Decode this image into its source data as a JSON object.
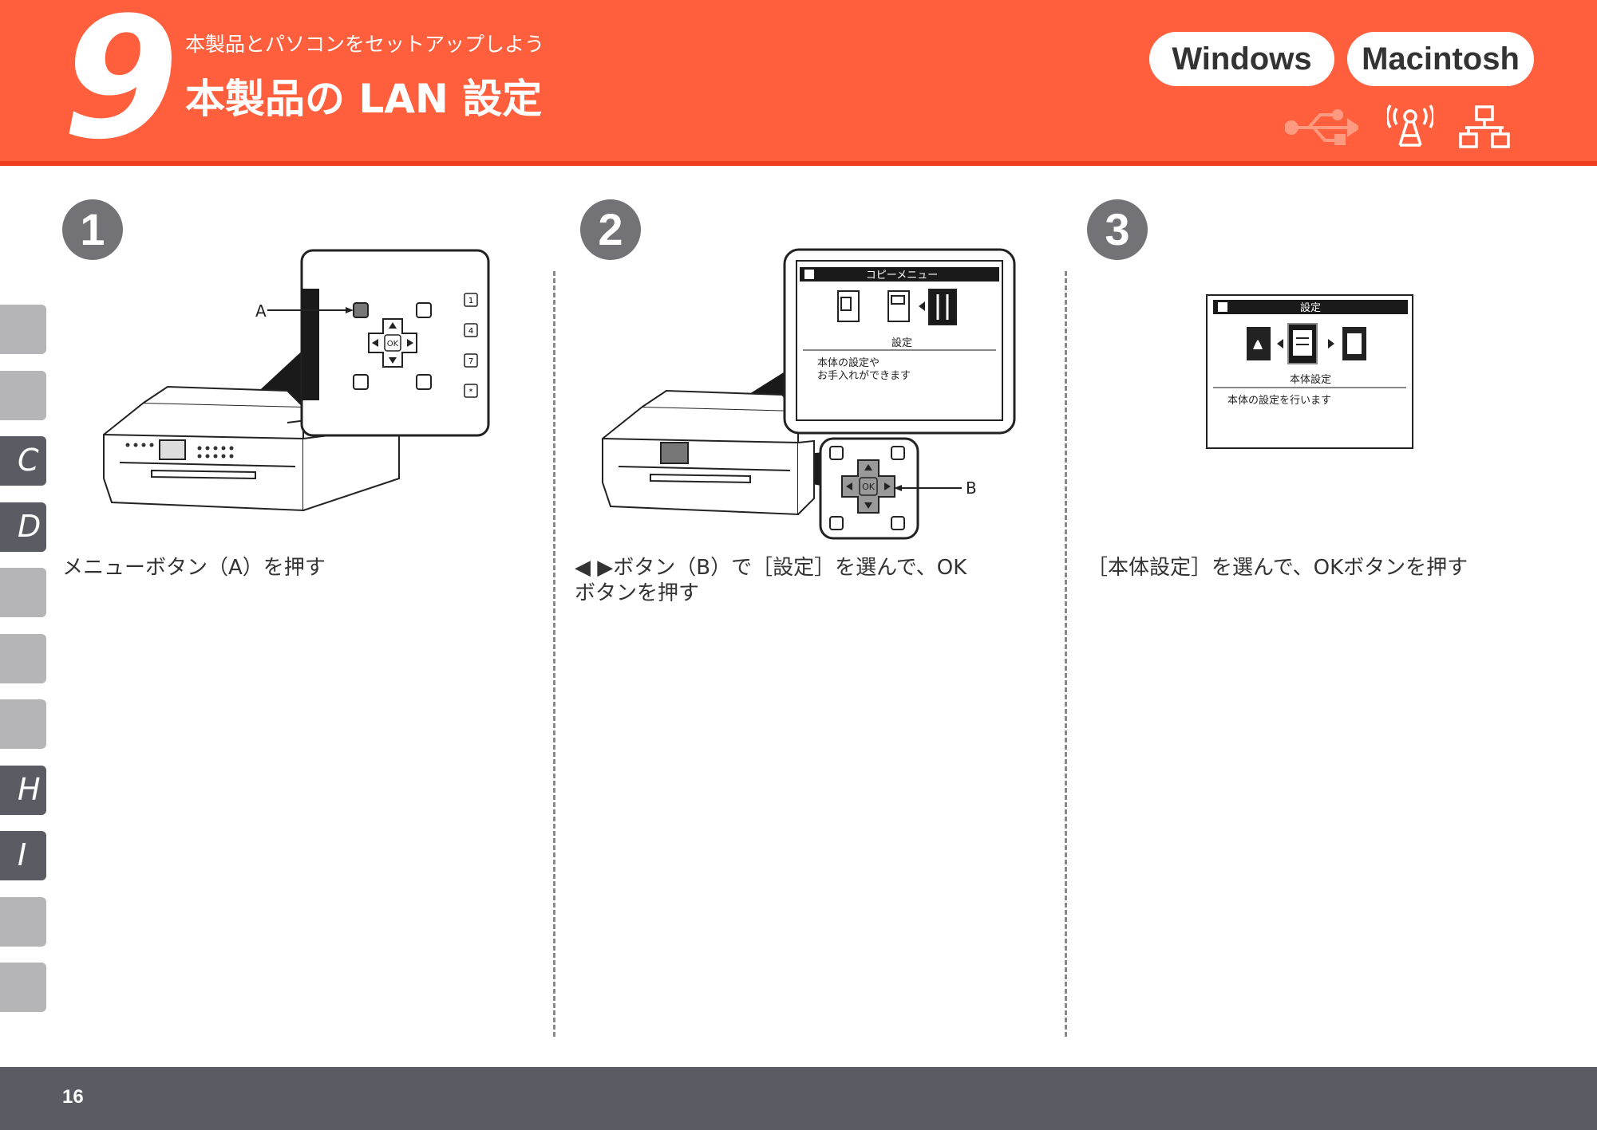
{
  "header": {
    "step_number": "9",
    "subtitle": "本製品とパソコンをセットアップしよう",
    "title": "本製品の LAN 設定",
    "os_windows": "Windows",
    "os_macintosh": "Macintosh",
    "icons": [
      "usb-icon",
      "wireless-icon",
      "wired-network-icon"
    ]
  },
  "side_tabs": [
    {
      "letter": "",
      "active": false
    },
    {
      "letter": "",
      "active": false
    },
    {
      "letter": "C",
      "active": true
    },
    {
      "letter": "D",
      "active": true
    },
    {
      "letter": "",
      "active": false
    },
    {
      "letter": "",
      "active": false
    },
    {
      "letter": "",
      "active": false
    },
    {
      "letter": "H",
      "active": true
    },
    {
      "letter": "I",
      "active": true
    },
    {
      "letter": "",
      "active": false
    },
    {
      "letter": "",
      "active": false
    }
  ],
  "steps": [
    {
      "number": "1",
      "instruction": "メニューボタン（A）を押す",
      "callout_label": "A",
      "panel": {
        "ok": "OK",
        "keys": [
          "1",
          "4",
          "7",
          "*"
        ]
      }
    },
    {
      "number": "2",
      "instruction_line1": "◀ ▶ボタン（B）で［設定］を選んで、OK",
      "instruction_line2": "ボタンを押す",
      "callout_label": "B",
      "screen": {
        "header": "コピーメニュー",
        "selected_label": "設定",
        "description_line1": "本体の設定や",
        "description_line2": "お手入れができます"
      },
      "panel": {
        "ok": "OK"
      }
    },
    {
      "number": "3",
      "instruction": "［本体設定］を選んで、OKボタンを押す",
      "screen": {
        "header": "設定",
        "selected_label": "本体設定",
        "description": "本体の設定を行います"
      }
    }
  ],
  "footer": {
    "page_number": "16"
  },
  "colors": {
    "header": "#ff5f3c",
    "footer": "#5b5c63",
    "step_circle": "#727277"
  }
}
